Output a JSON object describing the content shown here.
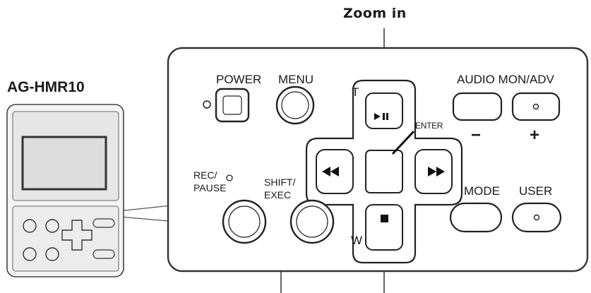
{
  "callout": {
    "zoom_in": "Zoom in"
  },
  "device": {
    "model": "AG-HMR10"
  },
  "panel": {
    "power": "POWER",
    "menu": "MENU",
    "audio_mon_adv": "AUDIO MON/ADV",
    "minus": "−",
    "plus": "+",
    "tele": "T",
    "wide": "W",
    "enter": "ENTER",
    "rec_pause_line1": "REC/",
    "rec_pause_line2": "PAUSE",
    "shift_exec_line1": "SHIFT/",
    "shift_exec_line2": "EXEC",
    "mode": "MODE",
    "user": "USER"
  }
}
